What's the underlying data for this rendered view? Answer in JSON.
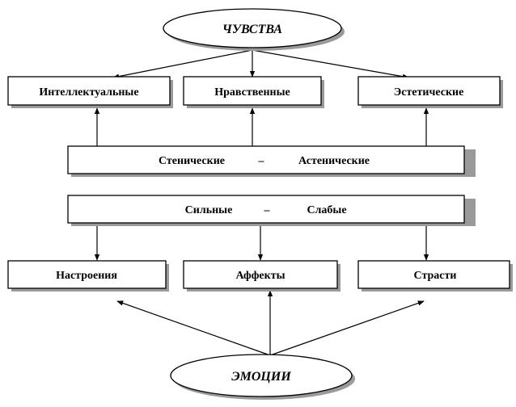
{
  "diagram": {
    "top_node": "ЧУВСТВА",
    "bottom_node": "ЭМОЦИИ",
    "feeling_types": [
      "Интеллектуальные",
      "Нравственные",
      "Эстетические"
    ],
    "stenic_bar": {
      "left": "Стенические",
      "dash": "–",
      "right": "Астенические"
    },
    "strength_bar": {
      "left": "Сильные",
      "dash": "–",
      "right": "Слабые"
    },
    "emotion_forms": [
      "Настроения",
      "Аффекты",
      "Страсти"
    ]
  }
}
